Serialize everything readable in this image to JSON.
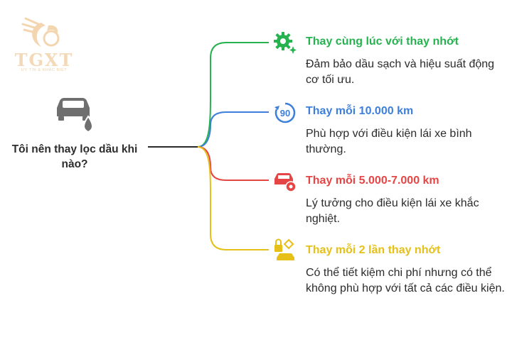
{
  "logo": {
    "text": "TGXT",
    "tagline": "UY TÍN & KHÁC BIỆT"
  },
  "question": "Tôi nên thay lọc dầu khi nào?",
  "options": [
    {
      "title": "Thay cùng lúc với thay nhớt",
      "description": "Đảm bảo dầu sạch và hiệu suất động cơ tối ưu.",
      "icon": "gear-sparkle-icon",
      "color": "#26b34f"
    },
    {
      "title": "Thay mỗi 10.000 km",
      "description": "Phù hợp với điều kiện lái xe bình thường.",
      "icon": "counter-90-icon",
      "icon_text": "90",
      "color": "#3d7fdb"
    },
    {
      "title": "Thay mỗi 5.000-7.000 km",
      "description": "Lý tưởng cho điều kiện lái xe khắc nghiệt.",
      "icon": "car-gear-icon",
      "color": "#e64545"
    },
    {
      "title": "Thay mỗi 2 lần thay nhớt",
      "description": "Có thể tiết kiệm chi phí nhưng có thể không phù hợp với tất cả các điều kiện.",
      "icon": "lock-car-icon",
      "color": "#e6c019"
    }
  ],
  "colors": {
    "trunk": "#2a2a2a",
    "car_icon": "#6f6f6f",
    "logo": "#f3d6b0"
  }
}
